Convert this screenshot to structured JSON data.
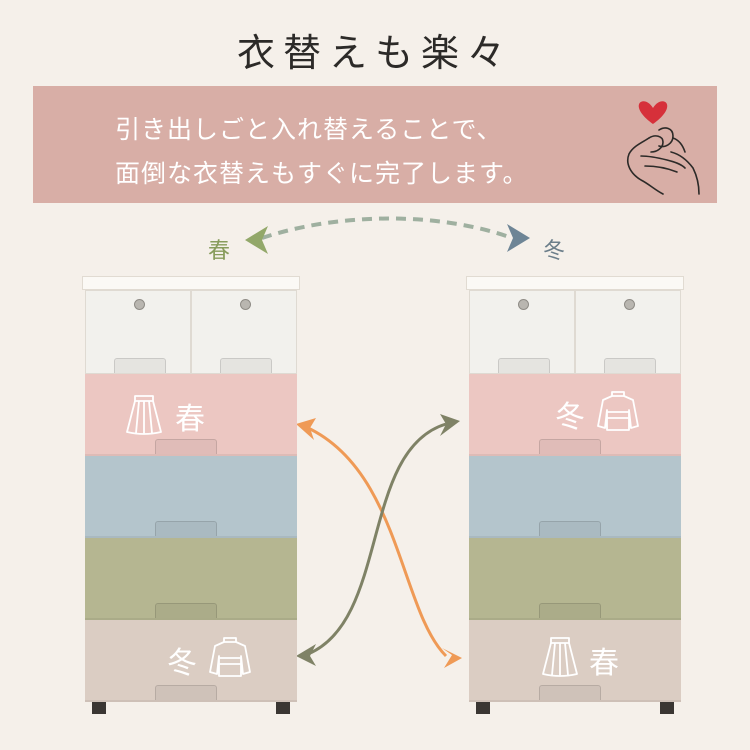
{
  "title": "衣替えも楽々",
  "banner": {
    "line1": "引き出しごと入れ替えることで、",
    "line2": "面倒な衣替えもすぐに完了します。"
  },
  "seasons": {
    "spring": "春",
    "winter": "冬"
  },
  "icons": {
    "hand": "finger-heart-hand-icon",
    "skirt": "skirt-icon",
    "sweater": "sweater-icon"
  },
  "colors": {
    "banner": "#d8aea6",
    "arrow_orange": "#ef9a56",
    "arrow_olive": "#7f8266",
    "heart": "#d6303a"
  }
}
